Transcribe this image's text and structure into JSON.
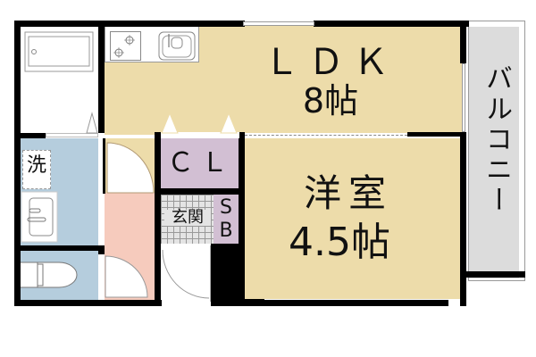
{
  "floorplan": {
    "colors": {
      "wall": "#000000",
      "ldk": "#eddcaa",
      "western_room": "#eddcaa",
      "closet": "#d2bfd3",
      "shoe_box": "#d2bfd3",
      "washroom": "#b5cddd",
      "toilet": "#b5cddd",
      "hallway": "#f6cbbd",
      "balcony": "#dcdcdc",
      "bath": "#ffffff",
      "entrance": "#e4e4e4"
    },
    "rooms": {
      "ldk": {
        "name": "ＬＤＫ",
        "size": "8帖"
      },
      "western_room": {
        "name": "洋室",
        "size": "4.5帖"
      },
      "closet": {
        "name": "ＣＬ"
      },
      "entrance": {
        "name": "玄関"
      },
      "shoe_box": {
        "line1": "S",
        "line2": "B"
      },
      "washroom": {
        "name": "洗"
      },
      "balcony": {
        "name": "バルコニー"
      }
    },
    "icons": [
      "bathtub-icon",
      "stove-icon",
      "sink-icon",
      "washbasin-icon",
      "toilet-icon",
      "door-swing-icon"
    ]
  }
}
